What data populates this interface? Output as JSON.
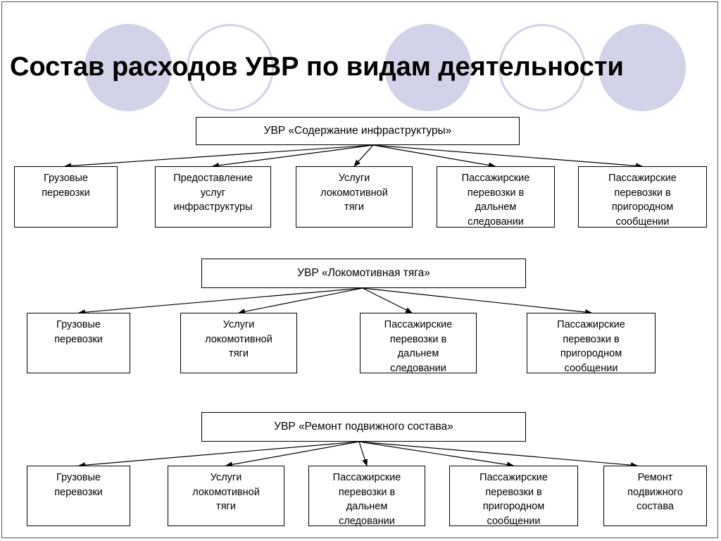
{
  "title": "Состав расходов УВР по видам деятельности",
  "decor_circles": [
    "filled",
    "outline",
    "filled",
    "outline",
    "filled"
  ],
  "groups": [
    {
      "header": "УВР «Содержание инфраструктуры»",
      "items": [
        "Грузовые\nперевозки",
        "Предоставление\nуслуг\nинфраструктуры",
        "Услуги\nлокомотивной\nтяги",
        "Пассажирские\nперевозки в\nдальнем\nследовании",
        "Пассажирские\nперевозки в\nпригородном\nсообщении"
      ]
    },
    {
      "header": "УВР «Локомотивная тяга»",
      "items": [
        "Грузовые\nперевозки",
        "Услуги\nлокомотивной\nтяги",
        "Пассажирские\nперевозки в\nдальнем\nследовании",
        "Пассажирские\nперевозки в\nпригородном\nсообщении"
      ]
    },
    {
      "header": "УВР «Ремонт подвижного состава»",
      "items": [
        "Грузовые\nперевозки",
        "Услуги\nлокомотивной\nтяги",
        "Пассажирские\nперевозки в\nдальнем\nследовании",
        "Пассажирские\nперевозки в\nпригородном\nсообщении",
        "Ремонт\nподвижного\nсостава"
      ]
    }
  ]
}
